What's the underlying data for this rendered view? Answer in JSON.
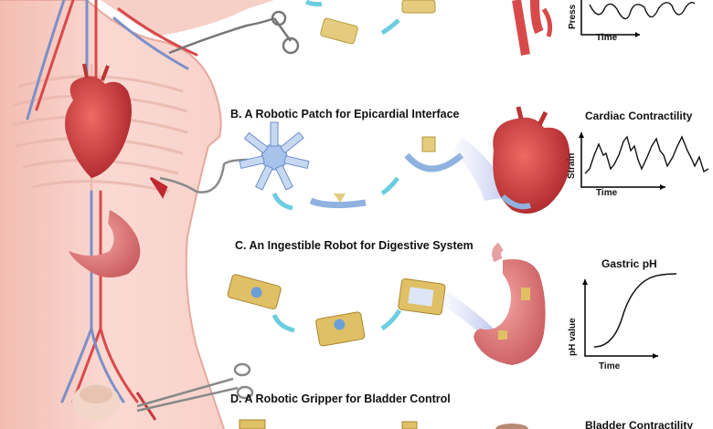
{
  "sections": [
    {
      "key": "A",
      "label": ""
    },
    {
      "key": "B",
      "label": "B.  A Robotic Patch for Epicardial Interface"
    },
    {
      "key": "C",
      "label": "C. An Ingestible Robot for Digestive System"
    },
    {
      "key": "D",
      "label": "D. A Robotic Gripper for Bladder Control"
    }
  ],
  "plots": {
    "a": {
      "title": "",
      "xlabel": "Time",
      "ylabel": "Press"
    },
    "b": {
      "title": "Cardiac Contractility",
      "xlabel": "Time",
      "ylabel": "Strain"
    },
    "c": {
      "title": "Gastric pH",
      "xlabel": "Time",
      "ylabel": "pH value"
    },
    "d": {
      "title": "Bladder Contractility",
      "xlabel": "",
      "ylabel": ""
    }
  },
  "colors": {
    "skin": "#f6cfc6",
    "skin_dark": "#e8a79b",
    "heart": "#c9363a",
    "stomach": "#e07878",
    "artery": "#d84a4a",
    "vein": "#7d8fc8",
    "device_gold": "#d8b85a",
    "device_blue": "#8fb2e0",
    "arrow": "#6ccde0"
  },
  "icons": [
    "human-torso",
    "heart",
    "stomach",
    "bladder",
    "surgical-tool",
    "soft-robot",
    "curved-arrow"
  ]
}
